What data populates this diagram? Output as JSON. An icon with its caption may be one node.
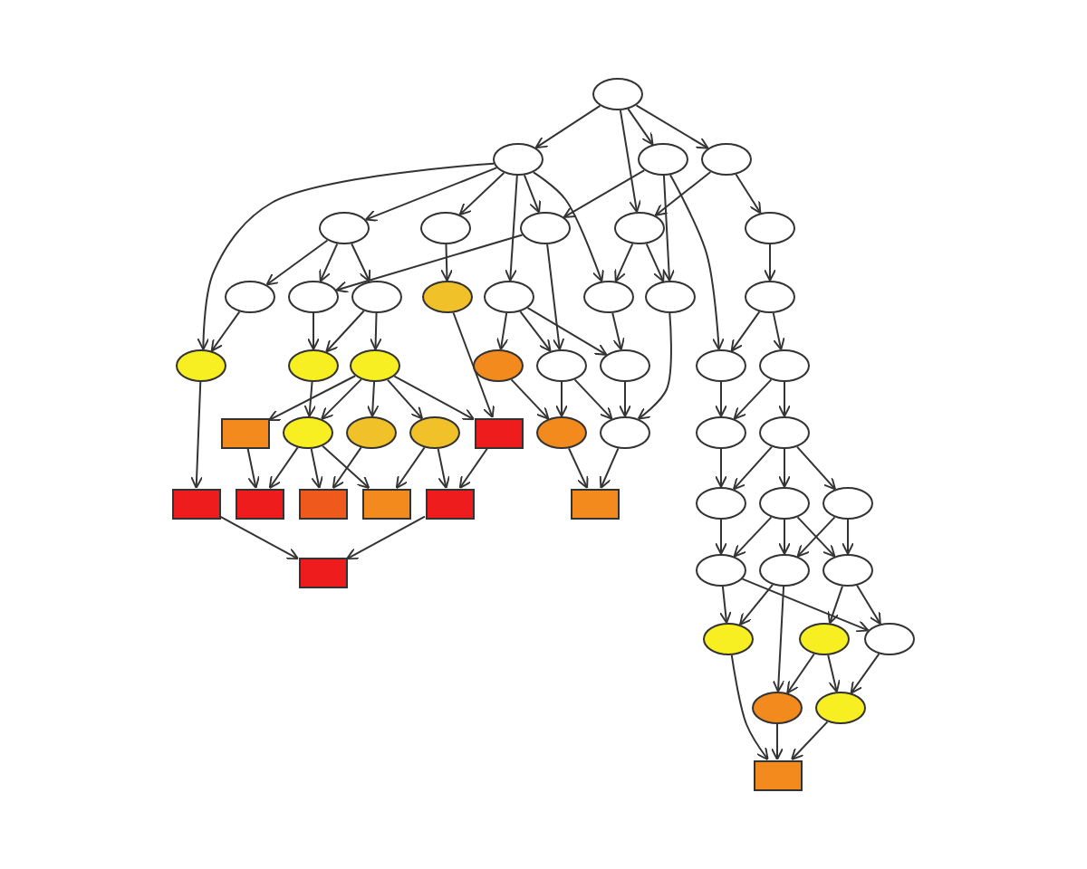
{
  "diagram": {
    "nodes": [
      {
        "text": [],
        "shape": "ellipse"
      },
      {
        "text": [],
        "shape": "ellipse"
      },
      {
        "text": [],
        "shape": "ellipse"
      },
      {
        "text": [],
        "shape": "ellipse"
      },
      {
        "text": [],
        "shape": "ellipse"
      },
      {
        "text": [],
        "shape": "ellipse"
      },
      {
        "text": [],
        "shape": "ellipse"
      },
      {
        "text": [],
        "shape": "ellipse"
      },
      {
        "text": [],
        "shape": "ellipse"
      },
      {
        "text": [],
        "shape": "ellipse"
      },
      {
        "text": [],
        "shape": "ellipse"
      },
      {
        "text": [],
        "shape": "ellipse"
      },
      {
        "text": [],
        "shape": "ellipse"
      },
      {
        "text": [],
        "shape": "ellipse"
      },
      {
        "text": [],
        "shape": "ellipse"
      },
      {
        "text": [],
        "shape": "ellipse"
      },
      {
        "text": [],
        "shape": "ellipse"
      },
      {
        "text": [],
        "shape": "ellipse"
      },
      {
        "text": [],
        "shape": "ellipse"
      },
      {
        "text": [],
        "shape": "ellipse"
      },
      {
        "text": [],
        "shape": "ellipse"
      },
      {
        "text": [],
        "shape": "ellipse"
      },
      {
        "text": [],
        "shape": "ellipse"
      },
      {
        "text": [],
        "shape": "ellipse"
      },
      {
        "text": [],
        "shape": "ellipse"
      },
      {
        "text": [],
        "shape": "box"
      },
      {
        "text": [],
        "shape": "ellipse"
      },
      {
        "text": [],
        "shape": "ellipse"
      },
      {
        "text": [],
        "shape": "ellipse"
      },
      {
        "text": [],
        "shape": "box"
      },
      {
        "text": [],
        "shape": "ellipse"
      },
      {
        "text": [],
        "shape": "ellipse"
      },
      {
        "text": [],
        "shape": "ellipse"
      },
      {
        "text": [],
        "shape": "ellipse"
      },
      {
        "text": [],
        "shape": "box"
      },
      {
        "text": [],
        "shape": "box"
      },
      {
        "text": [],
        "shape": "box"
      },
      {
        "text": [],
        "shape": "box"
      },
      {
        "text": [],
        "shape": "box"
      },
      {
        "text": [],
        "shape": "box"
      },
      {
        "text": [],
        "shape": "ellipse"
      },
      {
        "text": [],
        "shape": "ellipse"
      },
      {
        "text": [],
        "shape": "ellipse"
      },
      {
        "text": [],
        "shape": "box"
      },
      {
        "text": [],
        "shape": "ellipse"
      },
      {
        "text": [],
        "shape": "ellipse"
      },
      {
        "text": [],
        "shape": "ellipse"
      },
      {
        "text": [],
        "shape": "ellipse"
      },
      {
        "text": [],
        "shape": "ellipse"
      },
      {
        "text": [],
        "shape": "ellipse"
      },
      {
        "text": [],
        "shape": "ellipse"
      },
      {
        "text": [],
        "shape": "ellipse"
      },
      {
        "text": [],
        "shape": "box"
      }
    ],
    "edges": [
      {
        "from": 0,
        "to": 1,
        "arrow": "to"
      },
      {
        "from": 0,
        "to": 2,
        "arrow": "to"
      },
      {
        "from": 0,
        "to": 3,
        "arrow": "to"
      },
      {
        "from": 0,
        "to": 7,
        "arrow": "to"
      },
      {
        "from": 1,
        "to": 17,
        "arrow": "to"
      },
      {
        "from": 1,
        "to": 4,
        "arrow": "to"
      },
      {
        "from": 1,
        "to": 5,
        "arrow": "to"
      },
      {
        "from": 1,
        "to": 6,
        "arrow": "to"
      },
      {
        "from": 1,
        "to": 13,
        "arrow": "to"
      },
      {
        "from": 1,
        "to": 14,
        "arrow": "to"
      },
      {
        "from": 2,
        "to": 6,
        "arrow": "to"
      },
      {
        "from": 2,
        "to": 15,
        "arrow": "to"
      },
      {
        "from": 2,
        "to": 23,
        "arrow": "to"
      },
      {
        "from": 3,
        "to": 7,
        "arrow": "to"
      },
      {
        "from": 3,
        "to": 8,
        "arrow": "to"
      },
      {
        "from": 4,
        "to": 9,
        "arrow": "to"
      },
      {
        "from": 4,
        "to": 10,
        "arrow": "to"
      },
      {
        "from": 4,
        "to": 11,
        "arrow": "to"
      },
      {
        "from": 5,
        "to": 12,
        "arrow": "to"
      },
      {
        "from": 6,
        "to": 10,
        "arrow": "to"
      },
      {
        "from": 6,
        "to": 21,
        "arrow": "to"
      },
      {
        "from": 7,
        "to": 14,
        "arrow": "to"
      },
      {
        "from": 7,
        "to": 15,
        "arrow": "to"
      },
      {
        "from": 8,
        "to": 16,
        "arrow": "to"
      },
      {
        "from": 9,
        "to": 17,
        "arrow": "to"
      },
      {
        "from": 10,
        "to": 18,
        "arrow": "to"
      },
      {
        "from": 11,
        "to": 18,
        "arrow": "to"
      },
      {
        "from": 11,
        "to": 19,
        "arrow": "to"
      },
      {
        "from": 12,
        "to": 29,
        "arrow": "to"
      },
      {
        "from": 13,
        "to": 20,
        "arrow": "to"
      },
      {
        "from": 13,
        "to": 21,
        "arrow": "to"
      },
      {
        "from": 13,
        "to": 22,
        "arrow": "to"
      },
      {
        "from": 14,
        "to": 22,
        "arrow": "to"
      },
      {
        "from": 15,
        "to": 31,
        "arrow": "to"
      },
      {
        "from": 16,
        "to": 23,
        "arrow": "to"
      },
      {
        "from": 16,
        "to": 24,
        "arrow": "to"
      },
      {
        "from": 17,
        "to": 34,
        "arrow": "to"
      },
      {
        "from": 18,
        "to": 26,
        "arrow": "to"
      },
      {
        "from": 19,
        "to": 25,
        "arrow": "to"
      },
      {
        "from": 19,
        "to": 26,
        "arrow": "to"
      },
      {
        "from": 19,
        "to": 27,
        "arrow": "to"
      },
      {
        "from": 19,
        "to": 28,
        "arrow": "to"
      },
      {
        "from": 19,
        "to": 29,
        "arrow": "to"
      },
      {
        "from": 25,
        "to": 35,
        "arrow": "to"
      },
      {
        "from": 26,
        "to": 35,
        "arrow": "to"
      },
      {
        "from": 26,
        "to": 36,
        "arrow": "to"
      },
      {
        "from": 26,
        "to": 37,
        "arrow": "to"
      },
      {
        "from": 27,
        "to": 36,
        "arrow": "to"
      },
      {
        "from": 28,
        "to": 37,
        "arrow": "to"
      },
      {
        "from": 28,
        "to": 38,
        "arrow": "to"
      },
      {
        "from": 29,
        "to": 38,
        "arrow": "to"
      },
      {
        "from": 34,
        "to": 43,
        "arrow": "to"
      },
      {
        "from": 38,
        "to": 43,
        "arrow": "to"
      },
      {
        "from": 20,
        "to": 30,
        "arrow": "to"
      },
      {
        "from": 21,
        "to": 30,
        "arrow": "to"
      },
      {
        "from": 21,
        "to": 31,
        "arrow": "to"
      },
      {
        "from": 22,
        "to": 31,
        "arrow": "to"
      },
      {
        "from": 30,
        "to": 39,
        "arrow": "to"
      },
      {
        "from": 31,
        "to": 39,
        "arrow": "to"
      },
      {
        "from": 23,
        "to": 32,
        "arrow": "to"
      },
      {
        "from": 24,
        "to": 32,
        "arrow": "to"
      },
      {
        "from": 24,
        "to": 33,
        "arrow": "to"
      },
      {
        "from": 32,
        "to": 40,
        "arrow": "to"
      },
      {
        "from": 33,
        "to": 40,
        "arrow": "to"
      },
      {
        "from": 33,
        "to": 41,
        "arrow": "to"
      },
      {
        "from": 33,
        "to": 42,
        "arrow": "to"
      },
      {
        "from": 40,
        "to": 44,
        "arrow": "to"
      },
      {
        "from": 41,
        "to": 44,
        "arrow": "to"
      },
      {
        "from": 41,
        "to": 45,
        "arrow": "to"
      },
      {
        "from": 41,
        "to": 46,
        "arrow": "to"
      },
      {
        "from": 42,
        "to": 45,
        "arrow": "to"
      },
      {
        "from": 42,
        "to": 46,
        "arrow": "to"
      },
      {
        "from": 44,
        "to": 47,
        "arrow": "to"
      },
      {
        "from": 44,
        "to": 49,
        "arrow": "to"
      },
      {
        "from": 45,
        "to": 47,
        "arrow": "to"
      },
      {
        "from": 45,
        "to": 50,
        "arrow": "to"
      },
      {
        "from": 46,
        "to": 48,
        "arrow": "to"
      },
      {
        "from": 46,
        "to": 49,
        "arrow": "to"
      },
      {
        "from": 47,
        "to": 52,
        "arrow": "to"
      },
      {
        "from": 48,
        "to": 50,
        "arrow": "to"
      },
      {
        "from": 48,
        "to": 51,
        "arrow": "to"
      },
      {
        "from": 49,
        "to": 51,
        "arrow": "to"
      },
      {
        "from": 50,
        "to": 52,
        "arrow": "to"
      },
      {
        "from": 51,
        "to": 52,
        "arrow": "to"
      }
    ]
  }
}
